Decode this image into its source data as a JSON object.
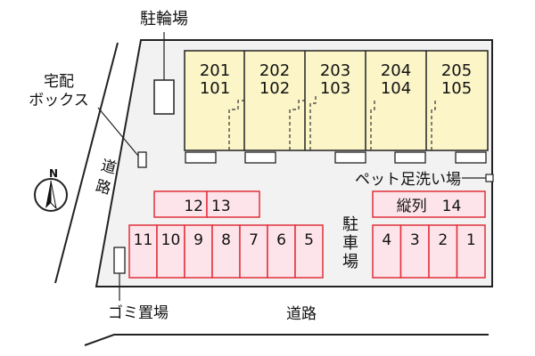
{
  "labels": {
    "bicycle_parking": "駐輪場",
    "delivery_box_line1": "宅配",
    "delivery_box_line2": "ボックス",
    "road_left_1": "道",
    "road_left_2": "路",
    "compass_n": "N",
    "pet_footwash": "ペット足洗い場",
    "parking_1": "駐",
    "parking_2": "車",
    "parking_3": "場",
    "garbage": "ゴミ置場",
    "road_bottom": "道路"
  },
  "units": [
    {
      "upper": "201",
      "lower": "101"
    },
    {
      "upper": "202",
      "lower": "102"
    },
    {
      "upper": "203",
      "lower": "103"
    },
    {
      "upper": "204",
      "lower": "104"
    },
    {
      "upper": "205",
      "lower": "105"
    }
  ],
  "parking_top": [
    "12",
    "13"
  ],
  "parking_left": [
    "11",
    "10",
    "9",
    "8",
    "7",
    "6",
    "5"
  ],
  "parking_right_top": "縦列　14",
  "parking_right": [
    "4",
    "3",
    "2",
    "1"
  ],
  "colors": {
    "building_fill": "#fbf5c8",
    "parking_fill": "#fde4ea",
    "parking_stroke": "#e0303a",
    "lot_fill": "#f2f2f2",
    "line": "#222222"
  }
}
